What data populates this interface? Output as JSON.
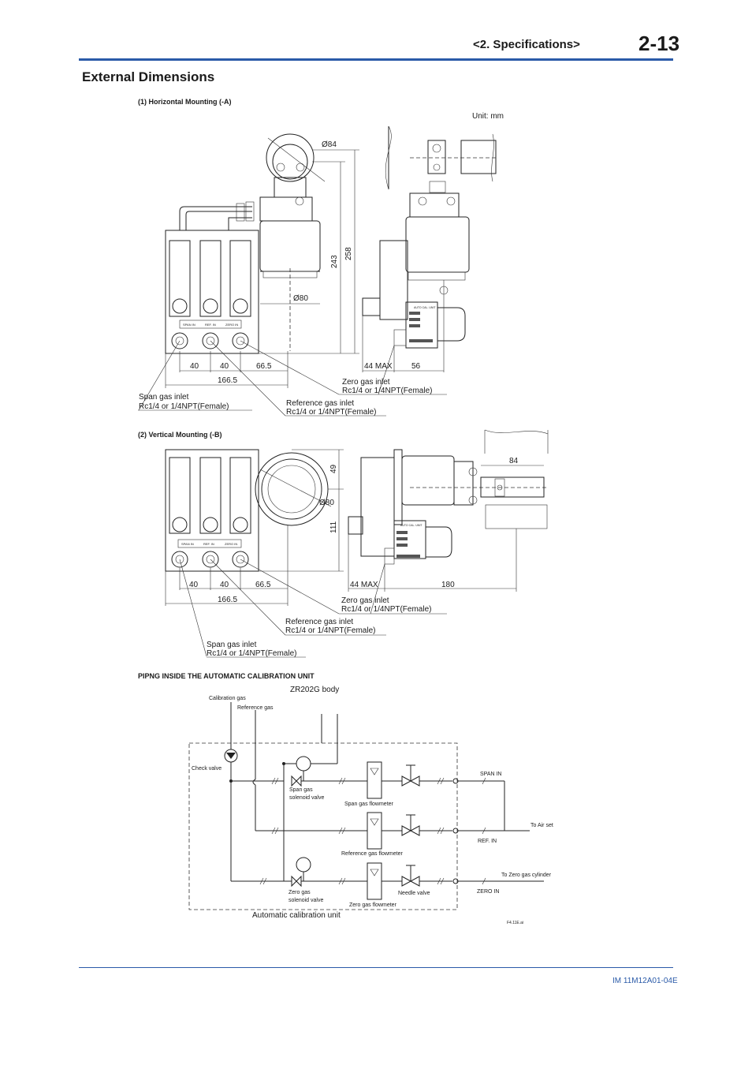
{
  "header": {
    "section": "<2. Specifications>",
    "page": "2-13"
  },
  "section_title": "External Dimensions",
  "unit": "Unit: mm",
  "horizontal": {
    "title": "(1) Horizontal Mounting (-A)",
    "dim_phi84": "Ø84",
    "dim_243": "243",
    "dim_258": "258",
    "dim_phi80": "Ø80",
    "dim_40a": "40",
    "dim_40b": "40",
    "dim_665": "66.5",
    "dim_1665": "166.5",
    "dim_44max": "44 MAX",
    "dim_56": "56",
    "port_span": "SPAN IN",
    "port_ref": "REF. IN",
    "port_zero": "ZERO IN",
    "cal_unit": "AUTO CAL. UNIT",
    "zero_inlet_1": "Zero gas inlet",
    "zero_inlet_2": "Rc1/4 or 1/4NPT(Female)",
    "ref_inlet_1": "Reference gas inlet",
    "ref_inlet_2": "Rc1/4 or 1/4NPT(Female)",
    "span_inlet_1": "Span gas inlet",
    "span_inlet_2": "Rc1/4 or 1/4NPT(Female)"
  },
  "vertical": {
    "title": "(2) Vertical Mounting (-B)",
    "dim_49": "49",
    "dim_phi80": "Ø80",
    "dim_111": "111",
    "dim_84": "84",
    "dim_40a": "40",
    "dim_40b": "40",
    "dim_665": "66.5",
    "dim_1665": "166.5",
    "dim_44max": "44 MAX",
    "dim_180": "180",
    "port_span": "SPAN IN",
    "port_ref": "REF. IN",
    "port_zero": "ZERO IN",
    "cal_unit": "AUTO CAL. UNIT",
    "zero_inlet_1": "Zero gas inlet",
    "zero_inlet_2": "Rc1/4 or 1/4NPT(Female)",
    "ref_inlet_1": "Reference gas inlet",
    "ref_inlet_2": "Rc1/4 or 1/4NPT(Female)",
    "span_inlet_1": "Span gas inlet",
    "span_inlet_2": "Rc1/4 or 1/4NPT(Female)"
  },
  "piping": {
    "title": "PIPNG INSIDE THE AUTOMATIC CALIBRATION UNIT",
    "body": "ZR202G body",
    "calibration_gas": "Calibration gas",
    "reference_gas": "Reference gas",
    "check_valve": "Check valve",
    "span_valve_1": "Span gas",
    "span_valve_2": "solenoid valve",
    "span_flowmeter": "Span gas flowmeter",
    "span_in": "SPAN IN",
    "to_air_set": "To Air set",
    "ref_in": "REF. IN",
    "ref_flowmeter": "Reference gas flowmeter",
    "to_zero_cyl": "To Zero gas cylinder",
    "zero_in": "ZERO IN",
    "zero_valve_1": "Zero gas",
    "zero_valve_2": "solenoid valve",
    "needle_valve": "Needle valve",
    "zero_flowmeter": "Zero gas flowmeter",
    "unit_label": "Automatic calibration unit",
    "file_ref": "F4.11E.ai"
  },
  "footer": {
    "doc_id": "IM 11M12A01-04E"
  }
}
